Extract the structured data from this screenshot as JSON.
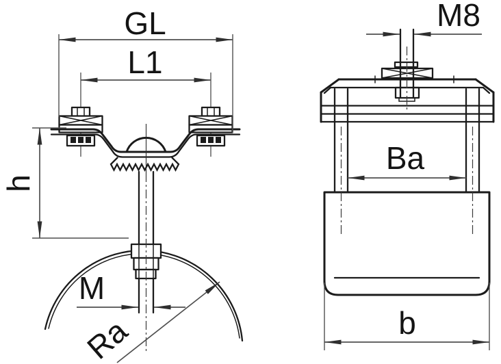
{
  "drawing": {
    "description": "Two-view black-and-white technical line drawing of a pipe saddle clamp with threaded hanger rod",
    "background_color": "#ffffff",
    "object_line_color": "#1b1b1b",
    "dimension_line_color": "#4f4f4f",
    "text_color": "#141414",
    "front_view": {
      "name": "front view",
      "dimensions": {
        "overall_width_label": "GL",
        "bolt_spacing_label": "L1",
        "height_label": "h",
        "rod_thread_label": "M",
        "pipe_radius_label": "Ra"
      }
    },
    "side_view": {
      "name": "side view",
      "dimensions": {
        "stud_thread_label": "M8",
        "inner_width_label": "Ba",
        "outer_width_label": "b"
      }
    }
  }
}
